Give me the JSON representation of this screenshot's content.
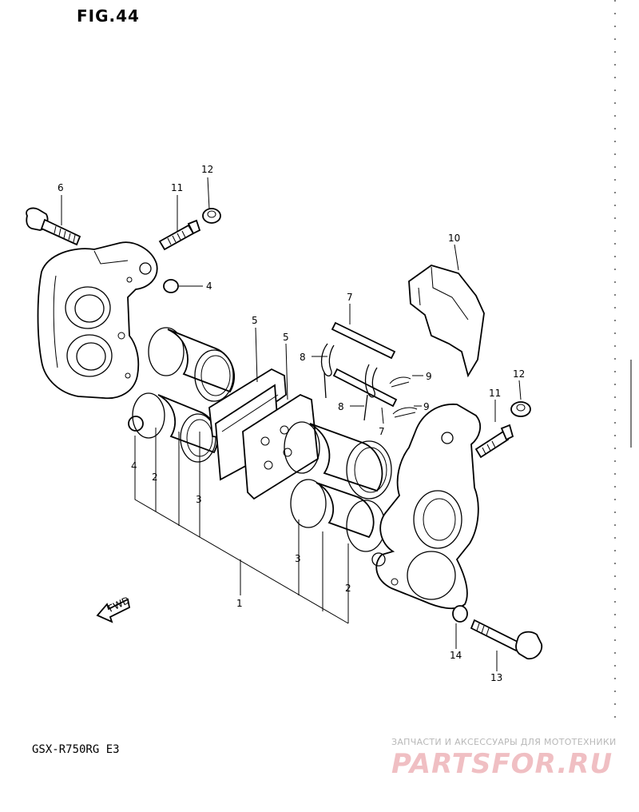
{
  "figure_title": "FIG.44",
  "model_label": "GSX-R750RG E3",
  "direction_label": "FWD",
  "callouts": {
    "c1": "1",
    "c2a": "2",
    "c2b": "2",
    "c3a": "3",
    "c3b": "3",
    "c4a": "4",
    "c4b": "4",
    "c5a": "5",
    "c5b": "5",
    "c6": "6",
    "c7a": "7",
    "c7b": "7",
    "c8a": "8",
    "c8b": "8",
    "c9a": "9",
    "c9b": "9",
    "c10": "10",
    "c11a": "11",
    "c11b": "11",
    "c12a": "12",
    "c12b": "12",
    "c13": "13",
    "c14": "14"
  },
  "watermark": {
    "tagline": "ЗАПЧАСТИ И АКСЕССУАРЫ ДЛЯ МОТОТЕХНИКИ",
    "logo": "PARTSFOR.RU"
  }
}
